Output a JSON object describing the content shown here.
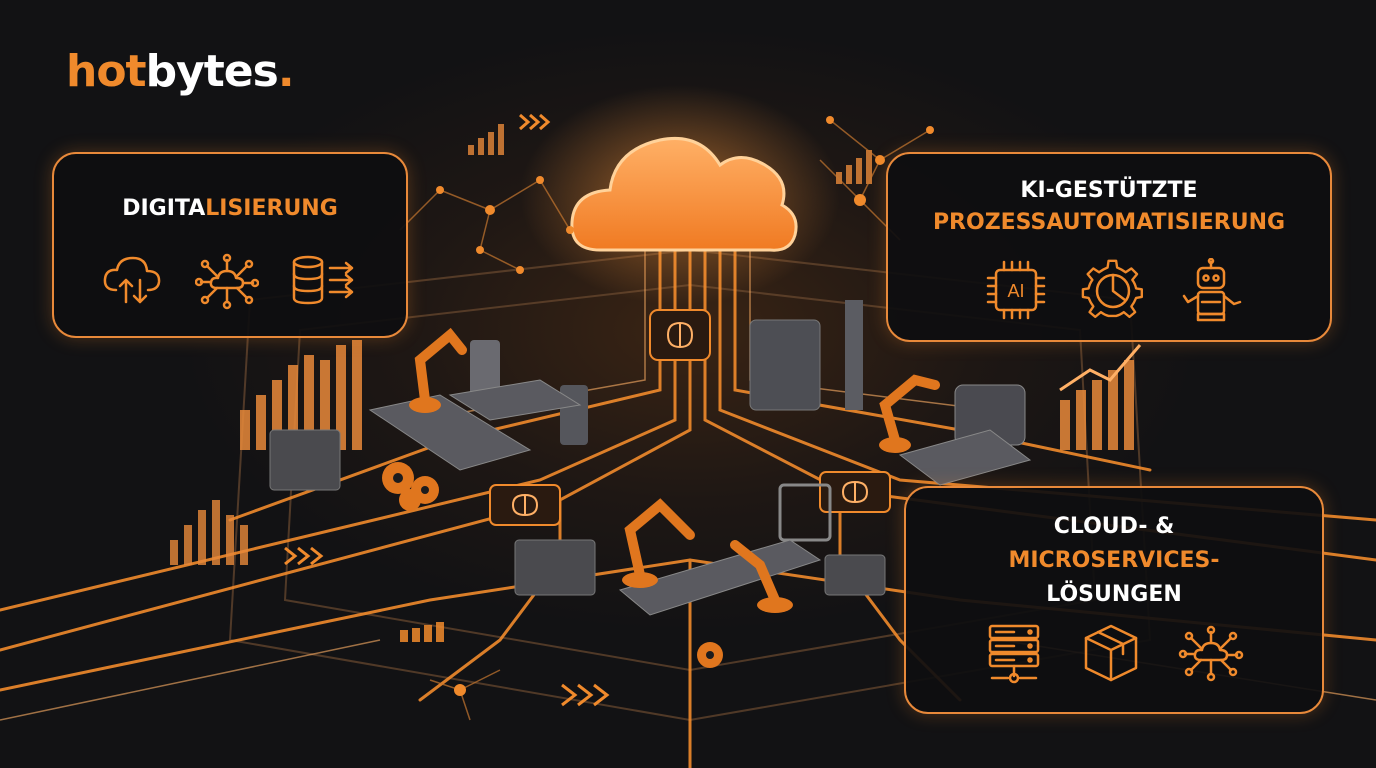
{
  "brand": {
    "part1": "hot",
    "part2": "bytes",
    "part3": "."
  },
  "cards": {
    "digital": {
      "white": "DIGITA",
      "orange": "LISIERUNG"
    },
    "ki": {
      "line1": "KI-GESTÜTZTE",
      "line2": "PROZESSAUTOMATISIERUNG"
    },
    "cloud": {
      "line1": "CLOUD- &",
      "line2": "MICROSERVICES-",
      "line3": "LÖSUNGEN"
    }
  },
  "chip_label": "AI",
  "colors": {
    "accent": "#f08a2c",
    "background": "#141416",
    "text": "#ffffff"
  },
  "icons": [
    "cloud-sync-icon",
    "cloud-network-icon",
    "database-transfer-icon",
    "ai-chip-icon",
    "gear-chart-icon",
    "robot-icon",
    "server-rack-icon",
    "package-box-icon",
    "cloud-nodes-icon",
    "brain-icon"
  ]
}
